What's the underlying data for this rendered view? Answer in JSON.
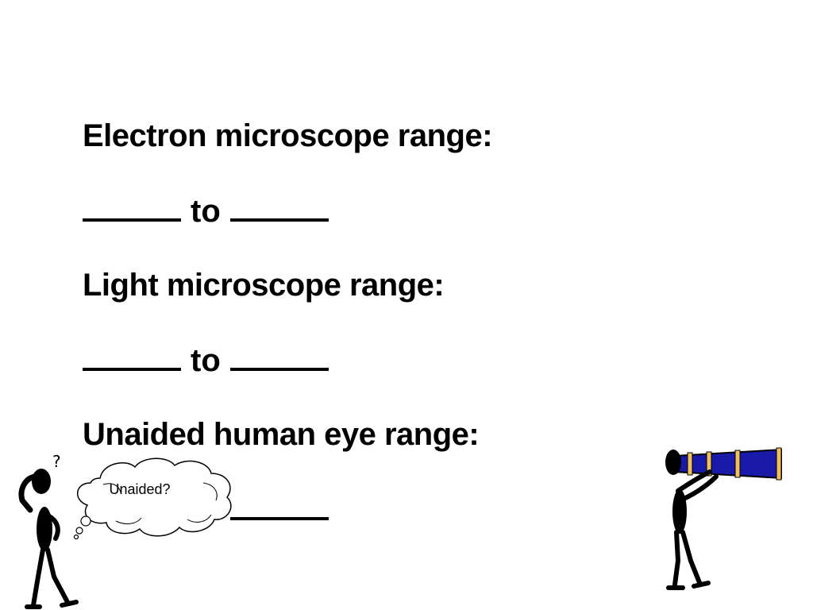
{
  "slide": {
    "lines": [
      "Electron microscope range:",
      "Light microscope range:",
      "Unaided human eye range:"
    ],
    "to_word": "to",
    "thought_bubble": "Unaided?",
    "question_mark": "?",
    "icons": {
      "left_figure": "thinking-figure-icon",
      "right_figure": "telescope-figure-icon",
      "bubble": "thought-bubble-icon"
    },
    "colors": {
      "telescope_body": "#1a1aa8",
      "telescope_bands": "#f0c060",
      "figure": "#000000"
    }
  }
}
